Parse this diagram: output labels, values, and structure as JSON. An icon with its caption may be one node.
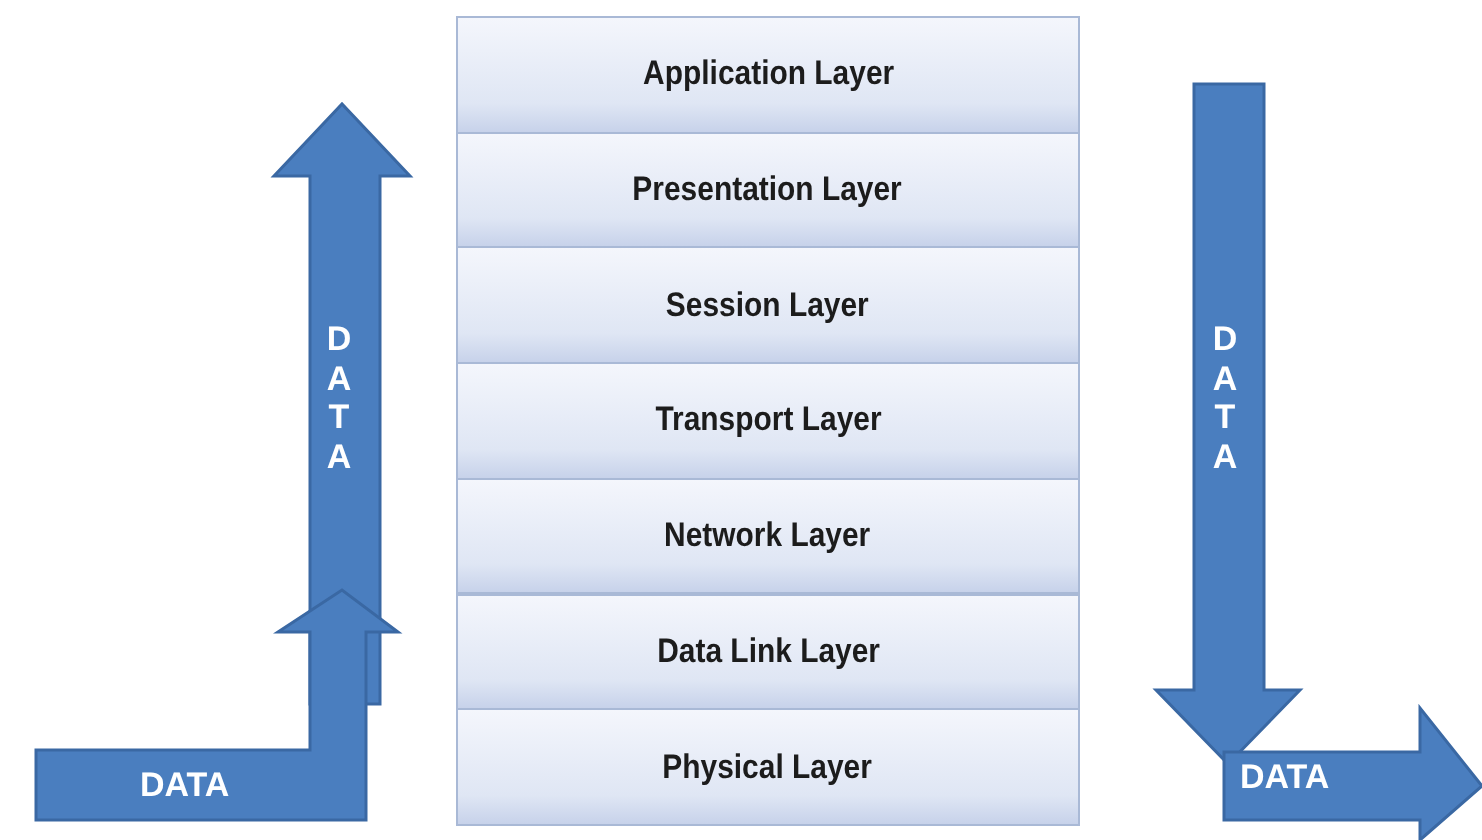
{
  "diagram": {
    "nodes": [
      {
        "text": [
          "Application Layer"
        ]
      },
      {
        "text": [
          "Presentation Layer"
        ]
      },
      {
        "text": [
          "Session Layer"
        ]
      },
      {
        "text": [
          "Transport Layer"
        ]
      },
      {
        "text": [
          "Network Layer"
        ]
      },
      {
        "text": [
          "Data Link Layer"
        ]
      },
      {
        "text": [
          "Physical Layer"
        ]
      }
    ],
    "labels": [
      "DATA",
      "DATA",
      "DATA",
      "DATA"
    ]
  }
}
